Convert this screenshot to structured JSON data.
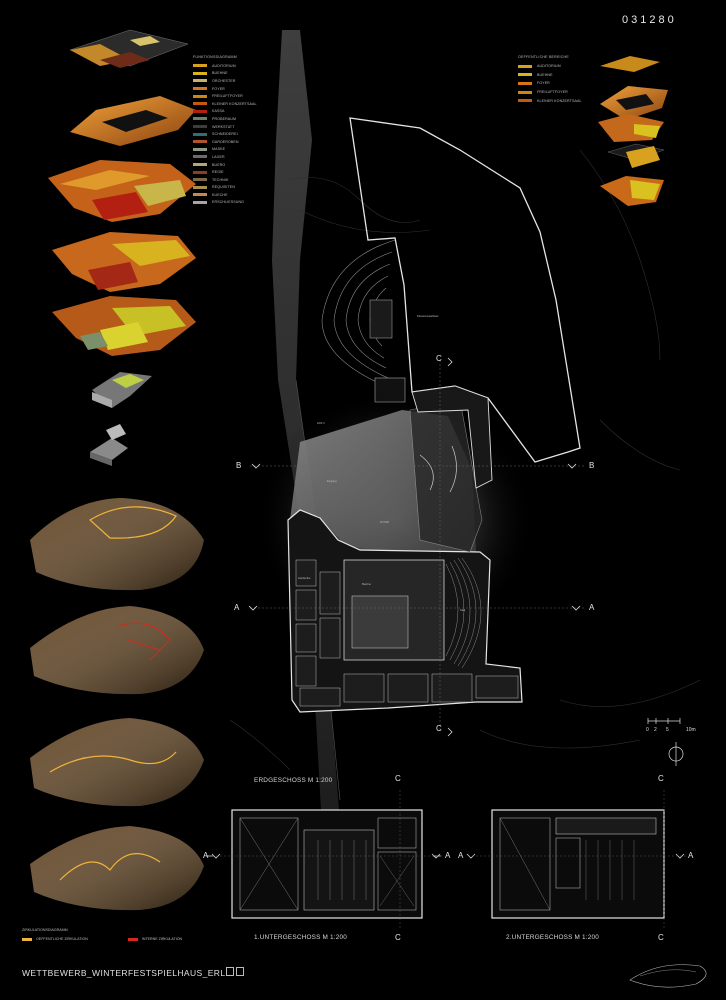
{
  "project_id": "031280",
  "footer": {
    "title": "WETTBEWERB_WINTERFESTSPIELHAUS_ERL"
  },
  "colors": {
    "auditorium": "#d7a11e",
    "buehne": "#d8b21f",
    "orchester": "#c8b26a",
    "foyer": "#d97418",
    "freiluftfoyer": "#c9890f",
    "kleiner_konzertsaal": "#c45a12",
    "kassa": "#b32012",
    "probenraum": "#6f7f67",
    "werkstatt": "#3c3c3c",
    "schneiderei": "#2f6f6f",
    "garderoben": "#b0542b",
    "maske": "#8f9a88",
    "lager": "#6b6b6b",
    "buero": "#b6a57a",
    "regie": "#8a3b2a",
    "technik": "#7a6a4c",
    "requisiten": "#a3934d",
    "kueche": "#c68a48",
    "erschliessung": "#a5a5a5",
    "extern": "#f0b43a",
    "intern": "#d8271d"
  },
  "legend_functions": {
    "title": "FUNKTIONSDIAGRAMM",
    "items": [
      "AUDITORIUM",
      "BUEHNE",
      "ORCHESTER",
      "FOYER",
      "FREILUFTFOYER",
      "KLEINER KONZERTSAAL",
      "KASSA",
      "PROBERAUM",
      "WERKSTATT",
      "SCHNEIDEREI",
      "GARDEROBEN",
      "MASKE",
      "LAGER",
      "BUERO",
      "REGIE",
      "TECHNIK",
      "REQUISITEN",
      "KUECHE",
      "ERSCHLIESSUNG"
    ]
  },
  "legend_public": {
    "title": "OEFFENTLICHE BEREICHE",
    "items": [
      "AUDITORIUM",
      "BUEHNE",
      "FOYER",
      "FREILUFTFOYER",
      "KLEINER KONZERTSAAL"
    ]
  },
  "legend_circulation": {
    "title": "ZIRKULATIONSDIAGRAMM",
    "extern": "OEFFENTLICHE ZIRKULATION",
    "intern": "INTERNE ZIRKULATION"
  },
  "plans": {
    "ground": "ERDGESCHOSS  M 1:200",
    "ug1": "1.UNTERGESCHOSS  M 1:200",
    "ug2": "2.UNTERGESCHOSS  M 1:200"
  },
  "sections": {
    "a": "A",
    "b": "B",
    "c": "C"
  },
  "scale": {
    "t0": "0",
    "t2": "2",
    "t5": "5",
    "t10": "10m"
  },
  "rooms": {
    "passion": "Passionsspielhaus",
    "eingang": "Eingang",
    "foyer_label": "FOYER",
    "hof": "HOF 2",
    "garderobe": "Garderobe",
    "buehne": "Buehne",
    "saal": "Saal"
  }
}
